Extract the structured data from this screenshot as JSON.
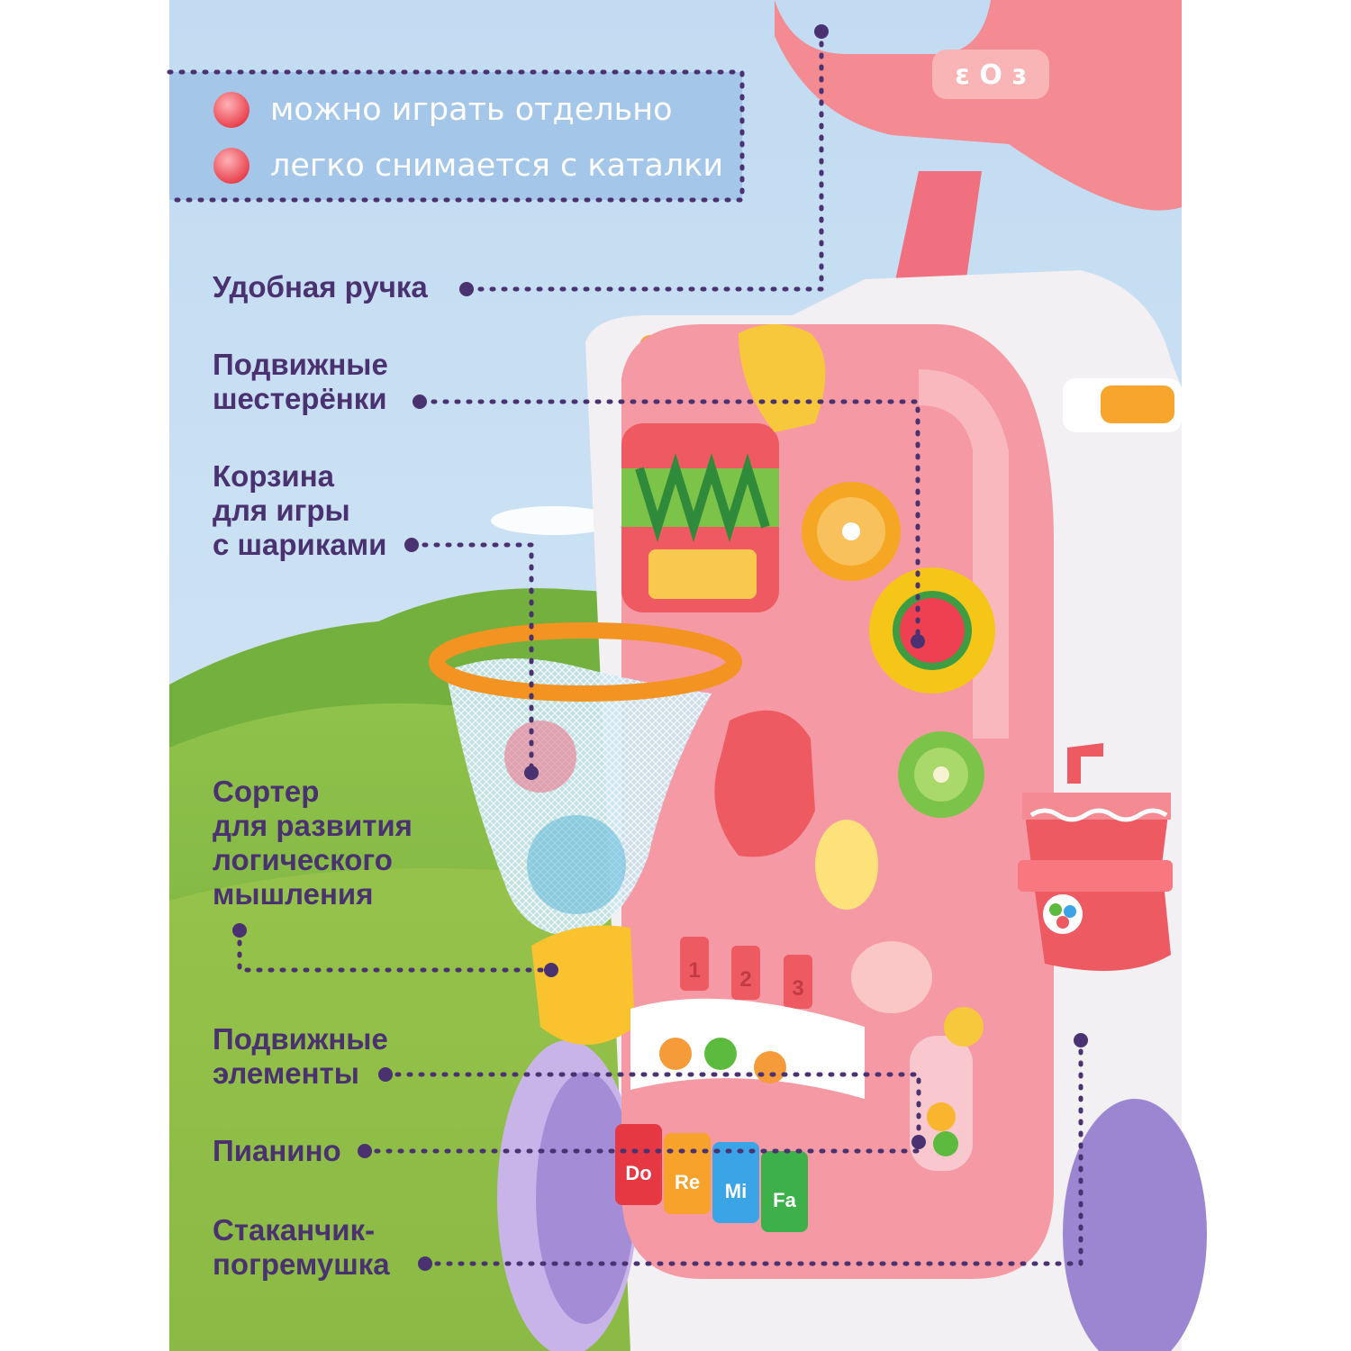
{
  "info_box": {
    "items": [
      "можно играть отдельно",
      "легко снимается с каталки"
    ]
  },
  "callouts": {
    "handle": "Удобная ручка",
    "gears": "Подвижные\nшестерёнки",
    "basket": "Корзина\nдля игры\nс шариками",
    "sorter": "Сортер\nдля развития\nлогического\nмышления",
    "moving": "Подвижные\nэлементы",
    "piano": "Пианино",
    "cup": "Стаканчик-\nпогремушка"
  },
  "toy": {
    "handle_text": "ɛ O ɜ",
    "number_tags": [
      "1",
      "2",
      "3"
    ],
    "piano_keys": [
      "Do",
      "Re",
      "Mi",
      "Fa"
    ]
  },
  "colors": {
    "label_text": "#4a3170",
    "dotted_line": "#4a3170",
    "info_box": "#9fc2e6",
    "sky": "#c4dcf1",
    "grass": "#8cbd46",
    "toy_pink": "#f28a94",
    "toy_coral": "#ee5a5c",
    "bullet": "#f25a64"
  }
}
